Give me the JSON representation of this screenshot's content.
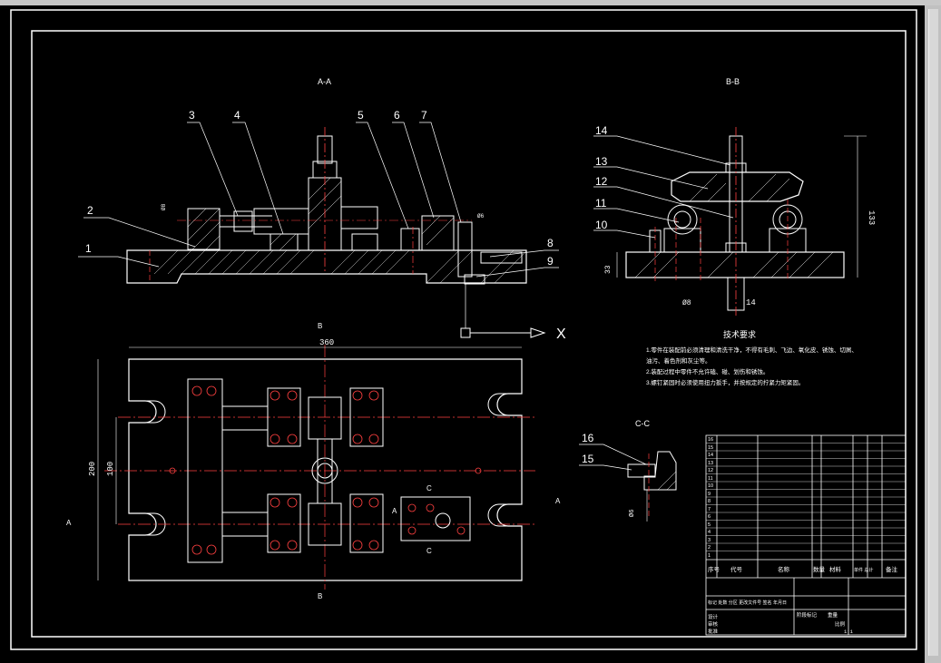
{
  "views": {
    "aa_label": "A-A",
    "bb_label": "B-B",
    "cc_label": "C-C",
    "plan_b_top": "B",
    "plan_b_bottom": "B",
    "plan_a_left": "A",
    "plan_a_right": "A",
    "plan_c_top": "C",
    "plan_c_bottom": "C",
    "plan_c_side": "A"
  },
  "callouts": [
    "1",
    "2",
    "3",
    "4",
    "5",
    "6",
    "7",
    "8",
    "9",
    "10",
    "11",
    "12",
    "13",
    "14",
    "15",
    "16"
  ],
  "dimensions": {
    "plan_width": "360",
    "plan_height": "200",
    "plan_inner": "100",
    "bb_height": "133",
    "bb_low": "33",
    "bb_bottom": "14",
    "bb_fit": "Ø8",
    "cc_fit": "Ø6",
    "aa_fit": "Ø8"
  },
  "axis_marker": "X",
  "tech_title": "技术要求",
  "tech_lines": [
    "1.零件在装配前必须清理和清洗干净，不得有毛刺、飞边、氧化皮、锈蚀、切屑、",
    "   油污、着色剂和灰尘等。",
    "2.装配过程中零件不允许磕、碰、划伤和锈蚀。",
    "3.螺钉紧固时必须使用扭力扳手，并按规定的拧紧力矩紧固。"
  ],
  "title_block": {
    "col_no": "序号",
    "col_code": "代号",
    "col_name": "名称",
    "col_qty": "数量",
    "col_mat": "材料",
    "col_weight": "单件 总计",
    "col_note": "备注",
    "rows": [
      "16",
      "15",
      "14",
      "13",
      "12",
      "11",
      "10",
      "9",
      "8",
      "7",
      "6",
      "5",
      "4",
      "3",
      "2",
      "1"
    ],
    "sign_row": "标记 处数 分区 更改文件号 签名 年月日",
    "design": "设计",
    "check": "审核",
    "approve": "批准",
    "stage": "阶段标记",
    "weight": "重量",
    "scale": "比例",
    "scale_value": "1:1"
  }
}
